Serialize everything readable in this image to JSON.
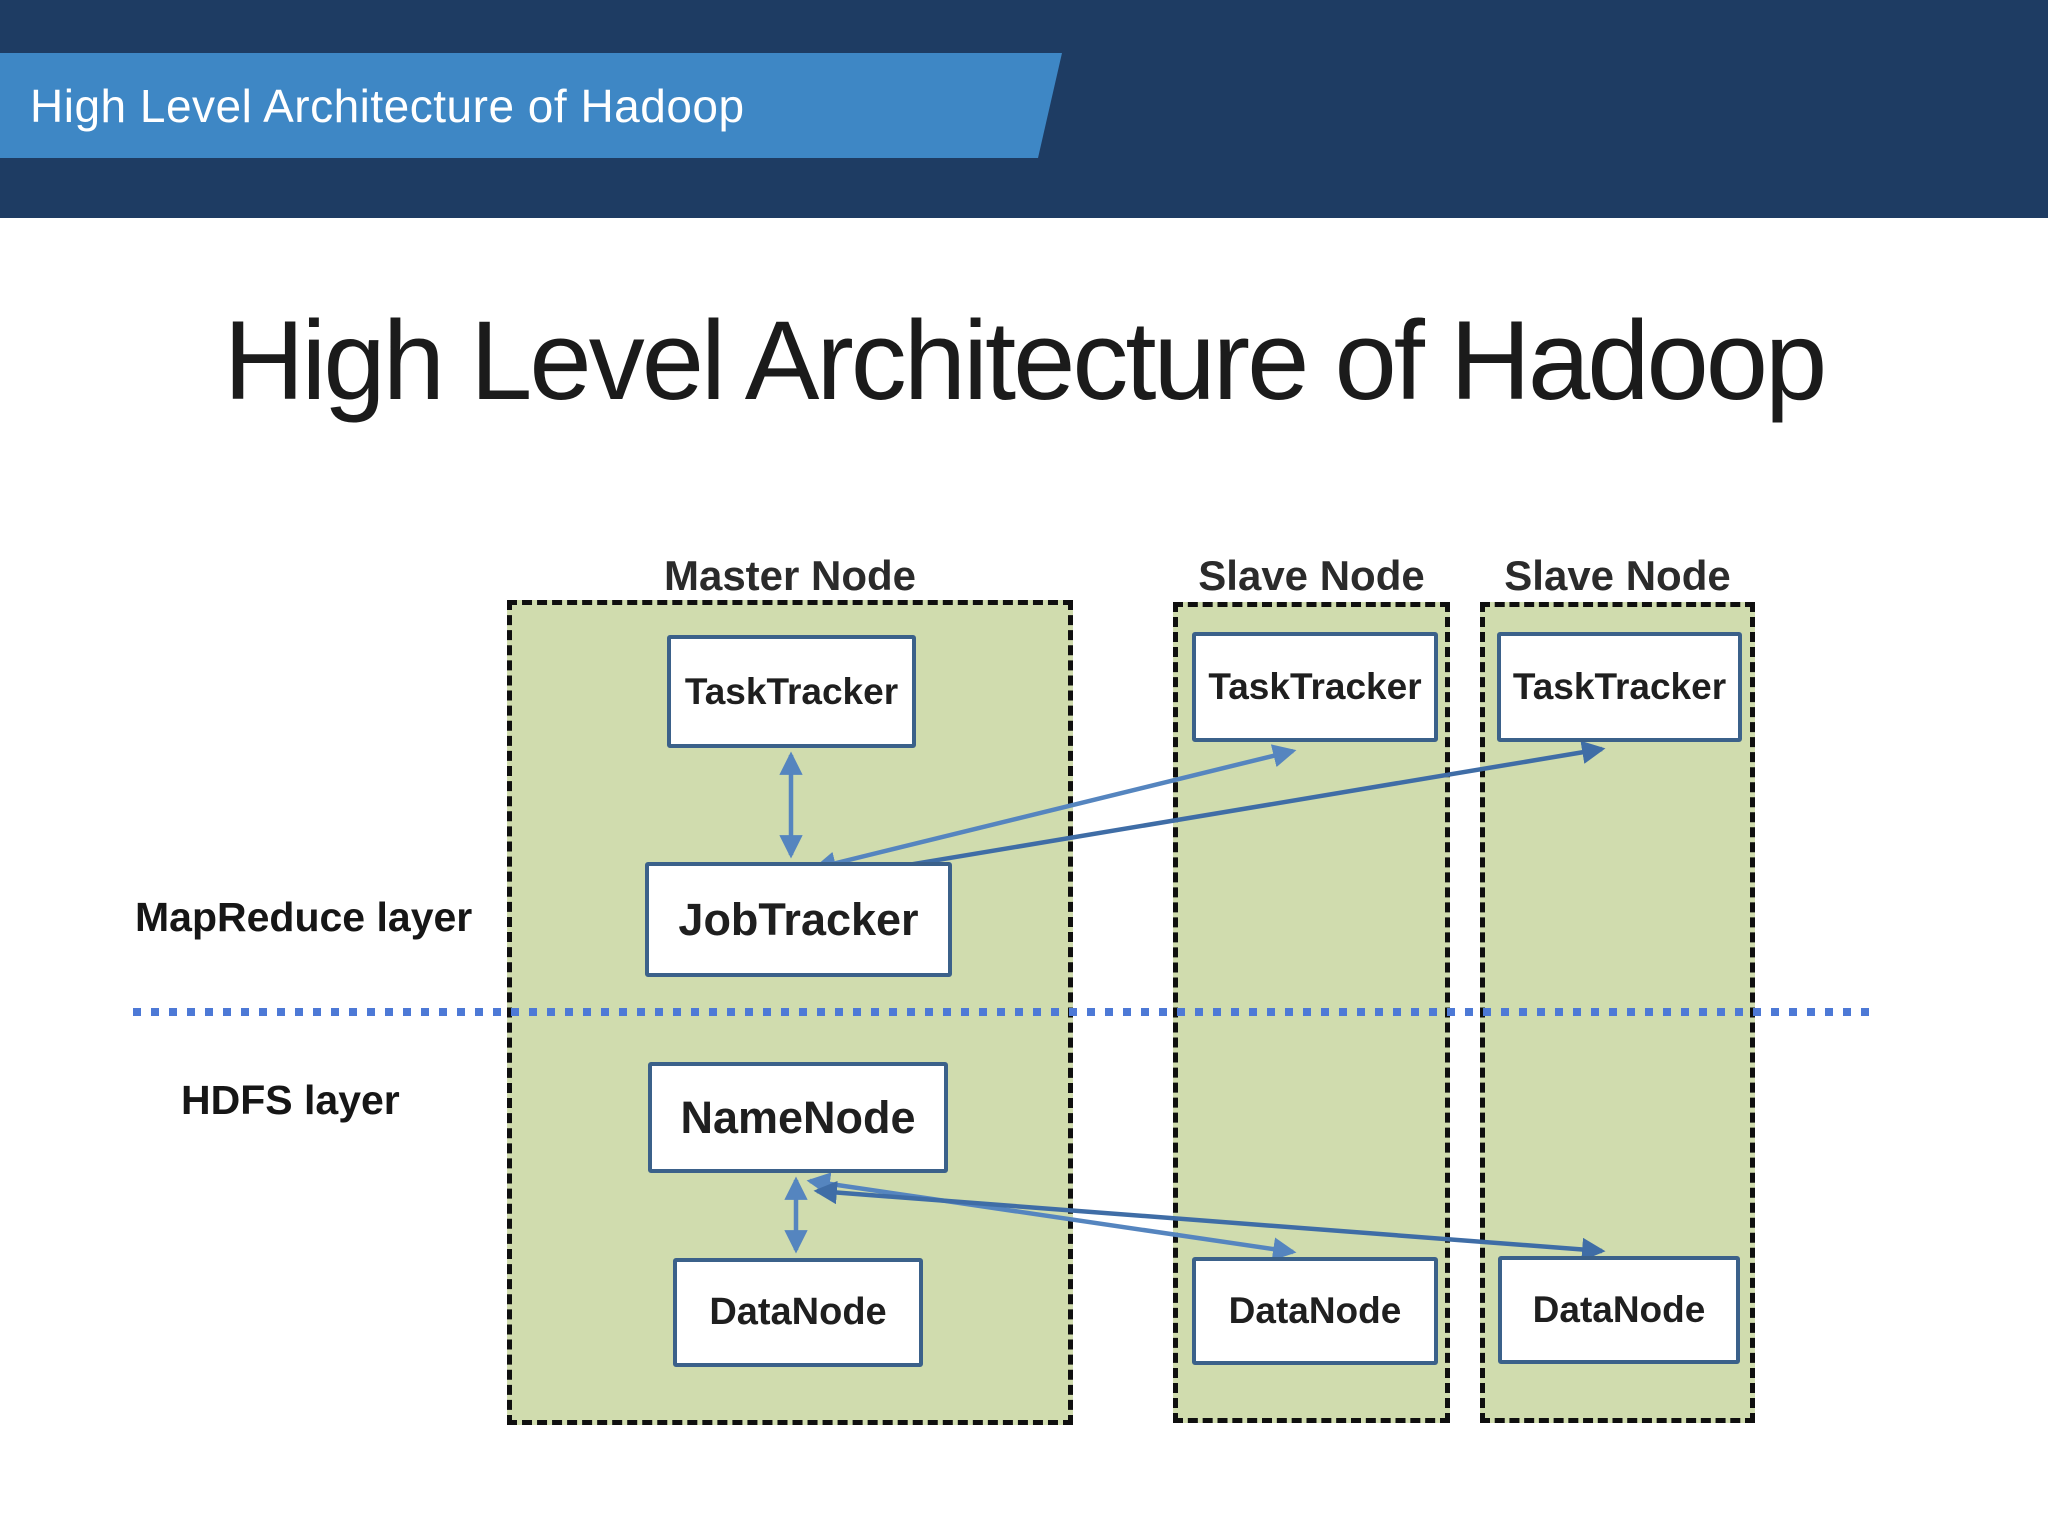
{
  "header": {
    "ribbon_title": "High Level Architecture of Hadoop"
  },
  "slide": {
    "title": "High Level Architecture of Hadoop"
  },
  "diagram": {
    "master_group": {
      "title": "Master Node",
      "tasktracker": "TaskTracker",
      "jobtracker": "JobTracker",
      "namenode": "NameNode",
      "datanode": "DataNode"
    },
    "slave_group_1": {
      "title": "Slave Node",
      "tasktracker": "TaskTracker",
      "datanode": "DataNode"
    },
    "slave_group_2": {
      "title": "Slave Node",
      "tasktracker": "TaskTracker",
      "datanode": "DataNode"
    },
    "layers": {
      "mapreduce": "MapReduce layer",
      "hdfs": "HDFS layer"
    },
    "colors": {
      "header_bg": "#1e3c63",
      "ribbon_bg": "#3e87c5",
      "ribbon_text": "#ffffff",
      "title_text": "#1b1b1b",
      "group_fill": "#d0dcae",
      "group_border": "#0f0f0f",
      "node_fill": "#ffffff",
      "node_border": "#3b618a",
      "arrow_light": "#5585bf",
      "arrow_dark": "#3f6da6",
      "separator_dot": "#4d79d6"
    }
  }
}
